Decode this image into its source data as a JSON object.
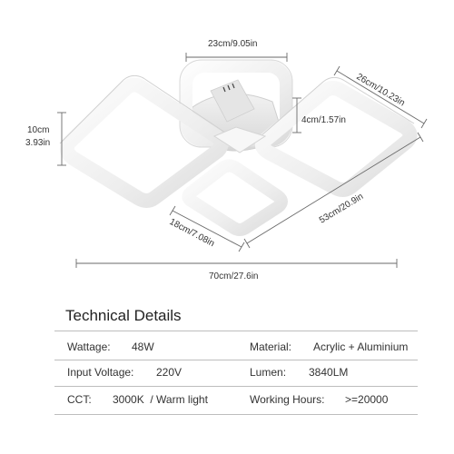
{
  "dimensions": {
    "top_width": "23cm/9.05in",
    "wing_side": "26cm/10.23in",
    "height_cm": "10cm",
    "height_in": "3.93in",
    "base_height": "4cm/1.57in",
    "small_square": "18cm/7.08in",
    "diagonal_width": "53cm/20.9in",
    "total_width": "70cm/27.6in"
  },
  "specs": {
    "title": "Technical Details",
    "rows": [
      {
        "left_label": "Wattage:",
        "left_value": "48W",
        "right_label": "Material:",
        "right_value": "Acrylic + Aluminium"
      },
      {
        "left_label": "Input Voltage:",
        "left_value": "220V",
        "right_label": "Lumen:",
        "right_value": "3840LM"
      },
      {
        "left_label": "CCT:",
        "left_value": "3000K  / Warm light",
        "right_label": "Working Hours:",
        "right_value": ">=20000"
      }
    ]
  }
}
